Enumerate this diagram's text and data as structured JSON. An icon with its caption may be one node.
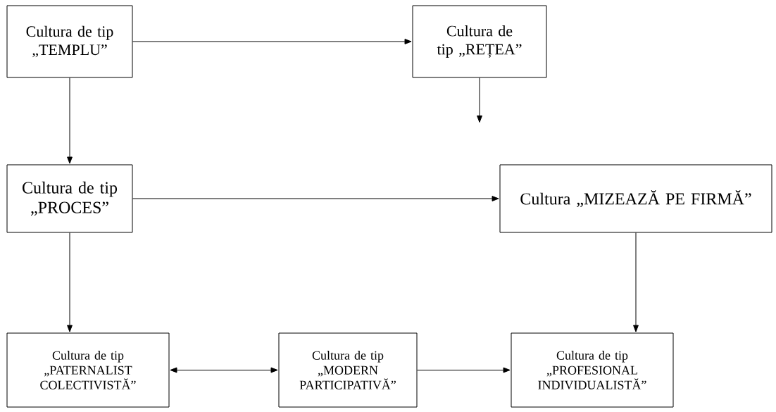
{
  "diagram": {
    "nodes": [
      {
        "text": [
          "Cultura de tip „TEMPLU”"
        ]
      },
      {
        "text": [
          "Cultura de tip „REȚEA”"
        ]
      },
      {
        "text": [
          "Cultura de tip „PROCES”"
        ]
      },
      {
        "text": [
          "Cultura „MIZEAZĂ PE FIRMĂ”"
        ]
      },
      {
        "text": [
          "Cultura de tip „PATERNALIST COLECTIVISTĂ”"
        ]
      },
      {
        "text": [
          "Cultura de tip „MODERN PARTICIPATIVĂ”"
        ]
      },
      {
        "text": [
          "Cultura de tip „PROFESIONAL INDIVIDUALISTĂ”"
        ]
      }
    ],
    "edges": [
      {
        "from": 0,
        "to": 1,
        "arrow": "to"
      },
      {
        "from": 1,
        "to": null,
        "arrow": "to"
      },
      {
        "from": 0,
        "to": 2,
        "arrow": "to"
      },
      {
        "from": 2,
        "to": 3,
        "arrow": "to"
      },
      {
        "from": 2,
        "to": 4,
        "arrow": "to"
      },
      {
        "from": 3,
        "to": 6,
        "arrow": "to"
      },
      {
        "from": 4,
        "to": 5,
        "arrow": "both"
      },
      {
        "from": 5,
        "to": 6,
        "arrow": "to"
      }
    ]
  }
}
